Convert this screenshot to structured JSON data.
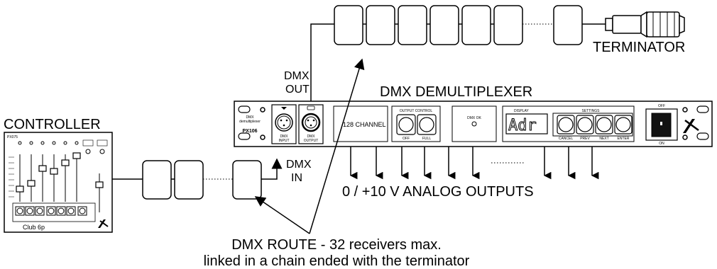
{
  "labels": {
    "controller": "CONTROLLER",
    "terminator": "TERMINATOR",
    "demux_title": "DMX DEMULTIPLEXER",
    "dmx_out_1": "DMX",
    "dmx_out_2": "OUT",
    "dmx_in_1": "DMX",
    "dmx_in_2": "IN",
    "analog_outputs": "0 / +10 V ANALOG OUTPUTS",
    "route_line1": "DMX ROUTE - 32 receivers max.",
    "route_line2": "linked in a chain ended with the terminator"
  },
  "controller_panel": {
    "model": "PX075",
    "brand": "Club 6p"
  },
  "demux_panel": {
    "brand_line1": "DMX",
    "brand_line2": "demultiplexer",
    "model": "PX106",
    "dmx_input": "DMX",
    "dmx_input_2": "INPUT",
    "dmx_output": "DMX",
    "dmx_output_2": "OUTPUT",
    "channels": "128 CHANNEL",
    "output_control": "OUTPUT CONTROL",
    "off": "OFF",
    "full": "FULL",
    "dmx_ok": "DMX OK",
    "display": "DISPLAY",
    "display_value": "Adr",
    "settings": "SETTINGS",
    "cancel": "CANCEL",
    "prev": "PREV",
    "next": "NEXT",
    "enter": "ENTER",
    "power_off": "OFF",
    "power_on": "ON"
  },
  "colors": {
    "line": "#000000",
    "background": "#ffffff",
    "panel_fill": "#ffffff",
    "power_switch": "#111111"
  }
}
